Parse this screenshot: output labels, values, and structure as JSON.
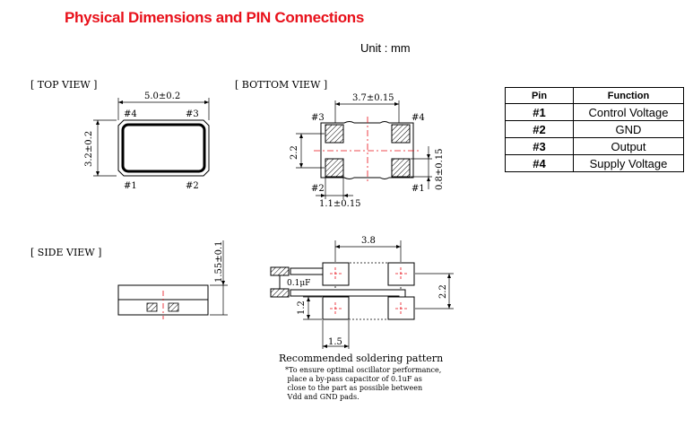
{
  "title": "Physical Dimensions and PIN Connections",
  "unit": "Unit : mm",
  "top_view": {
    "label": "[ TOP VIEW ]",
    "width_dim": "5.0±0.2",
    "height_dim": "3.2±0.2",
    "pins": {
      "p1": "#1",
      "p2": "#2",
      "p3": "#3",
      "p4": "#4"
    }
  },
  "bottom_view": {
    "label": "[ BOTTOM VIEW ]",
    "width_dim": "3.7±0.15",
    "height_dim": "2.2",
    "pad_height_dim": "0.8±0.15",
    "pad_width_dim": "1.1±0.15",
    "pins": {
      "p1": "#1",
      "p2": "#2",
      "p3": "#3",
      "p4": "#4"
    }
  },
  "side_view": {
    "label": "[ SIDE VIEW ]",
    "height_dim": "1.55±0.1"
  },
  "soldering": {
    "width_dim": "3.8",
    "height_dim": "2.2",
    "pad_height_dim": "1.2",
    "pad_width_dim": "1.5",
    "capacitor_label": "0.1μF",
    "title": "Recommended soldering pattern",
    "note": "*To ensure optimal oscillator performance,\n place a by-pass capacitor of 0.1uF as\n close to the part as possible between\n Vdd and GND pads."
  },
  "pin_table": {
    "headers": [
      "Pin",
      "Function"
    ],
    "rows": [
      {
        "pin": "#1",
        "function": "Control Voltage"
      },
      {
        "pin": "#2",
        "function": "GND"
      },
      {
        "pin": "#3",
        "function": "Output"
      },
      {
        "pin": "#4",
        "function": "Supply Voltage"
      }
    ]
  },
  "colors": {
    "title": "#e8101a",
    "centerline": "#e8101a"
  }
}
